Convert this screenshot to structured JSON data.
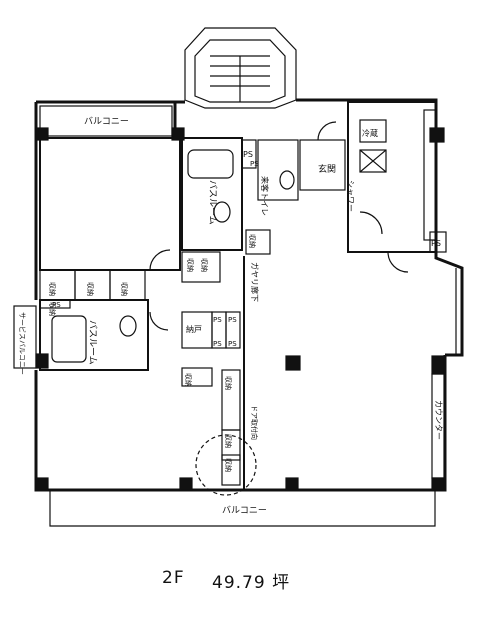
{
  "rooms": {
    "balcony_top_left": "バルコニー",
    "balcony_bottom": "バルコニー",
    "service_balcony": "サービスバルコニー",
    "bathroom_1": "バスルーム",
    "bathroom_2": "バスルーム",
    "guest_toilet": "来客トイレ",
    "entrance": "玄関",
    "galley": "ガヤリ廊下",
    "closet_a": "収納",
    "closet_b": "収納",
    "closet_c": "収納",
    "closet_d": "収納",
    "closet_e": "収納",
    "closet_f": "収納",
    "closet_g": "収納",
    "closet_h": "収納",
    "closet_i": "収納",
    "closet_j": "収納",
    "closet_k": "収納",
    "storage_room": "納戸",
    "counter": "カウンター",
    "door_direction": "ドア取付向",
    "shower": "シャワー",
    "ps_1": "PS",
    "ps_2": "PS",
    "ps_3": "PS",
    "ps_4": "PS",
    "ps_5": "PS",
    "ps_6": "PS",
    "ps_7": "PS",
    "ps_8": "PS",
    "kitchen_mark": "冷蔵"
  },
  "caption": {
    "floor": "2F",
    "area": "49.79 坪"
  }
}
